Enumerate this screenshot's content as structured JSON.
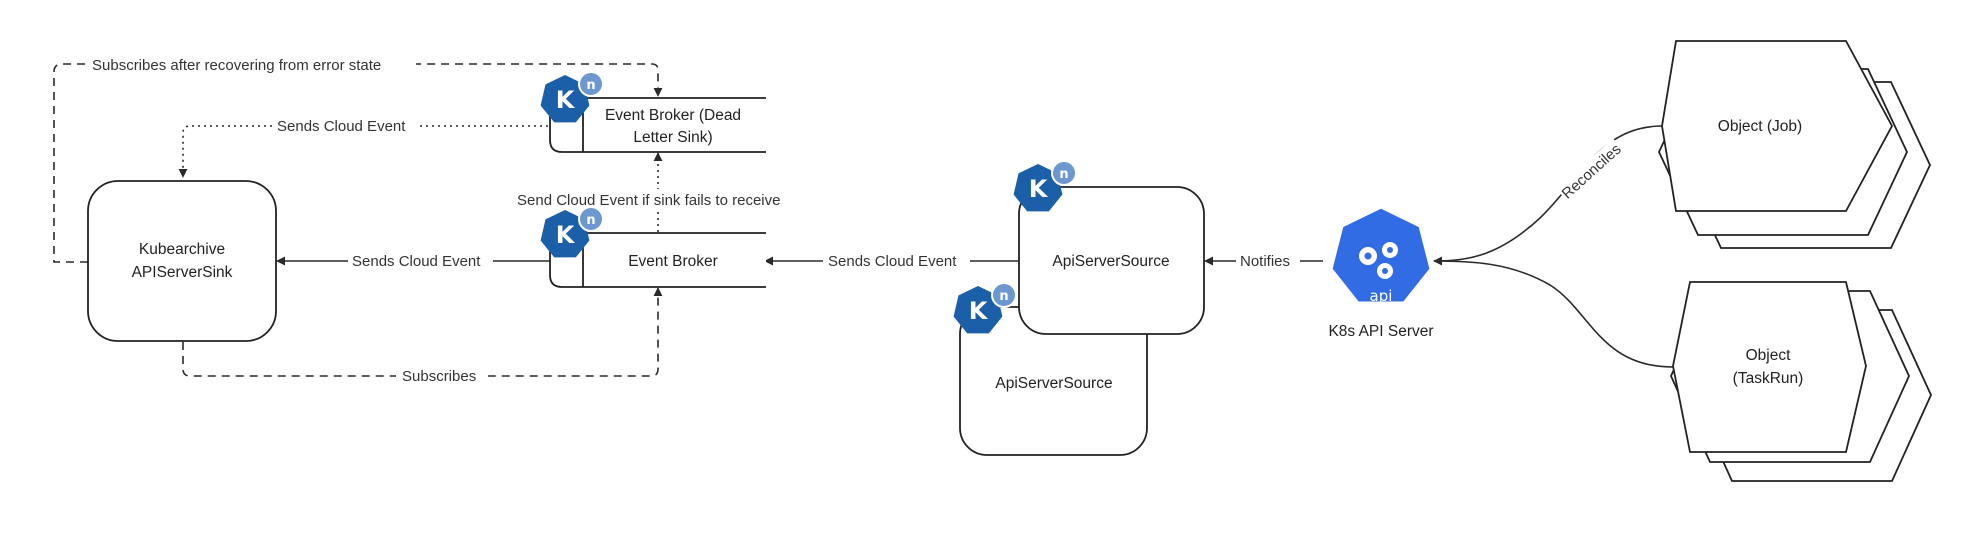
{
  "nodes": {
    "sink_line1": "Kubearchive",
    "sink_line2": "APIServerSink",
    "dls_line1": "Event Broker (Dead",
    "dls_line2": "Letter Sink)",
    "broker": "Event Broker",
    "source_front": "ApiServerSource",
    "source_back": "ApiServerSource",
    "k8s_api": "K8s API Server",
    "api_badge": "api",
    "object_job": "Object (Job)",
    "object_taskrun_line1": "Object",
    "object_taskrun_line2": "(TaskRun)",
    "knative_k": "K",
    "knative_n": "n"
  },
  "edges": {
    "resubscribe": "Subscribes after recovering from error state",
    "dls_to_sink": "Sends Cloud Event",
    "broker_to_dls": "Send Cloud Event if sink fails to receive",
    "broker_to_sink": "Sends Cloud Event",
    "sink_subscribes": "Subscribes",
    "source_to_broker": "Sends Cloud Event",
    "api_notifies": "Notifies",
    "reconciles": "Reconciles"
  },
  "colors": {
    "knative_blue": "#1a5fa8",
    "knative_badge": "#6d97cf",
    "k8s_blue": "#326ce5",
    "stroke": "#222222"
  }
}
